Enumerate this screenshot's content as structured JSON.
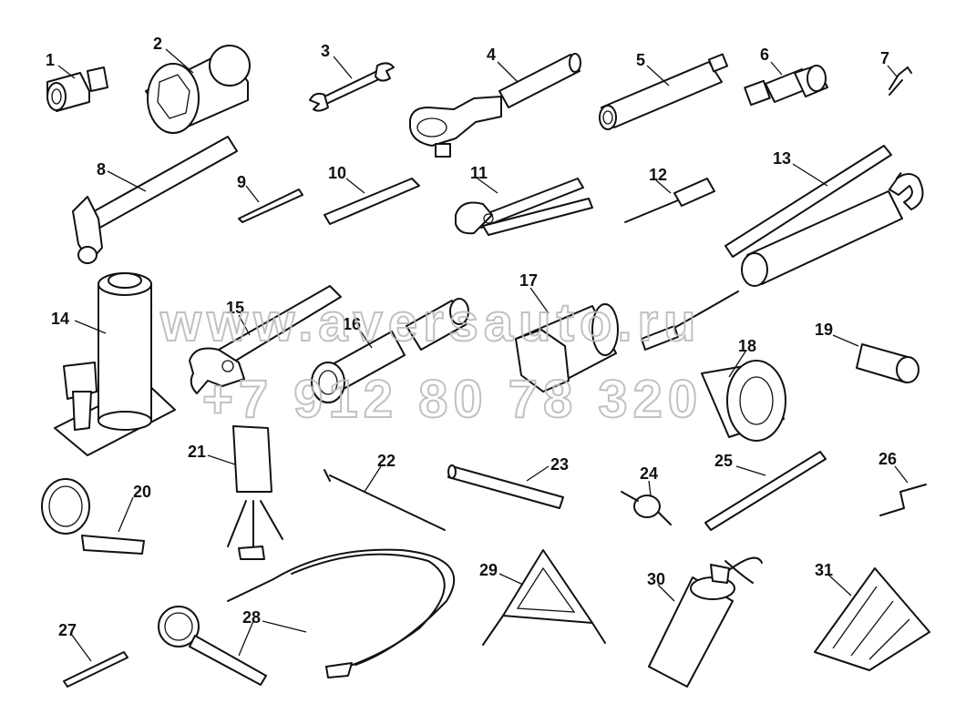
{
  "callouts": [
    "1",
    "2",
    "3",
    "4",
    "5",
    "6",
    "7",
    "8",
    "9",
    "10",
    "11",
    "12",
    "13",
    "14",
    "15",
    "16",
    "17",
    "18",
    "19",
    "20",
    "21",
    "22",
    "23",
    "24",
    "25",
    "26",
    "27",
    "28",
    "29",
    "30",
    "31"
  ],
  "watermark": {
    "line1": "www.aversauto.ru",
    "line2": "+7 912 80 78 320"
  }
}
